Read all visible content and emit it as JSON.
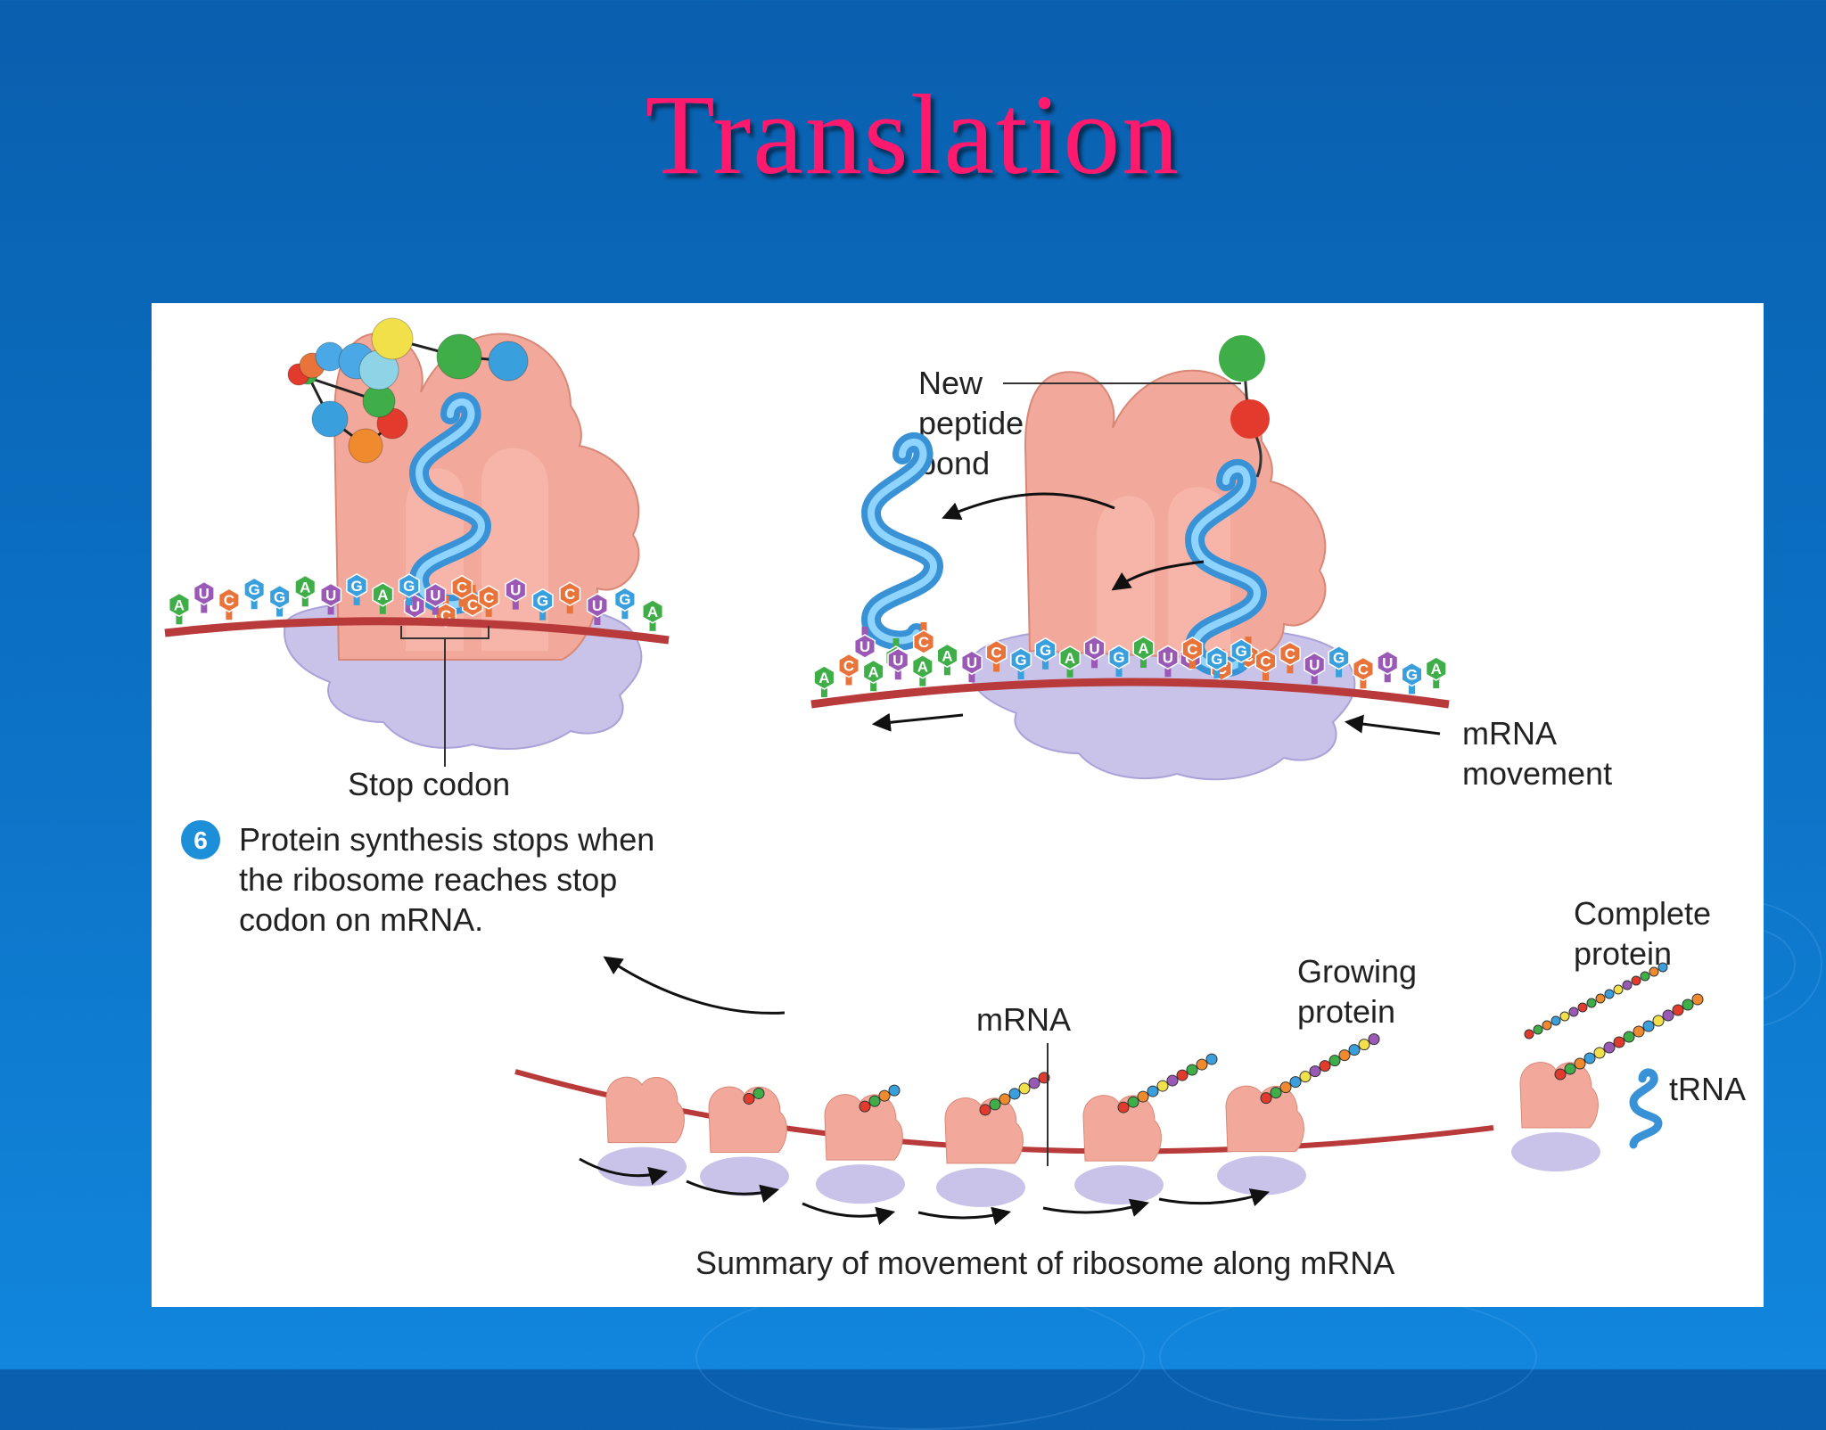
{
  "title": "Translation",
  "labels": {
    "new_peptide": [
      "New",
      "peptide",
      "bond"
    ],
    "mrna_movement": [
      "mRNA",
      "movement"
    ],
    "stop_codon": "Stop codon",
    "step_number": "6",
    "step_text": [
      "Protein synthesis stops when",
      "the ribosome reaches stop",
      "codon on mRNA."
    ],
    "complete_protein": [
      "Complete",
      "protein"
    ],
    "growing_protein": [
      "Growing",
      "protein"
    ],
    "mrna": "mRNA",
    "trna": "tRNA",
    "summary": "Summary of movement of ribosome along mRNA"
  },
  "sequences": {
    "left_strand": [
      "A",
      "U",
      "C",
      "G",
      "G",
      "A",
      "U",
      "G",
      "A",
      "G",
      "U",
      "C",
      "C",
      "U",
      "G",
      "C",
      "U",
      "G",
      "A"
    ],
    "left_trna_anticodon": [
      "U",
      "C",
      "C"
    ],
    "right_strand": [
      "A",
      "C",
      "A",
      "U",
      "A",
      "A",
      "U",
      "C",
      "G",
      "G",
      "A",
      "U",
      "G",
      "A",
      "U",
      "C",
      "G",
      "G",
      "C",
      "C",
      "U",
      "G",
      "C",
      "U",
      "G",
      "A"
    ],
    "released_trna_anticodon": [
      "U",
      "A",
      "C"
    ],
    "bound_trna_anticodon": [
      "U",
      "C",
      "C"
    ]
  },
  "colors": {
    "title": "#ff1a6e",
    "background": "#0b6fc2",
    "ribosome_large": "#f2a89a",
    "ribosome_small": "#c9c3ea",
    "mrna_strand": "#b83a3a",
    "trna": "#4aa8e6",
    "base_A": "#3fae49",
    "base_U": "#9b59b6",
    "base_C": "#e8743b",
    "base_G": "#3aa0dd",
    "step_badge": "#1c8fd8"
  }
}
